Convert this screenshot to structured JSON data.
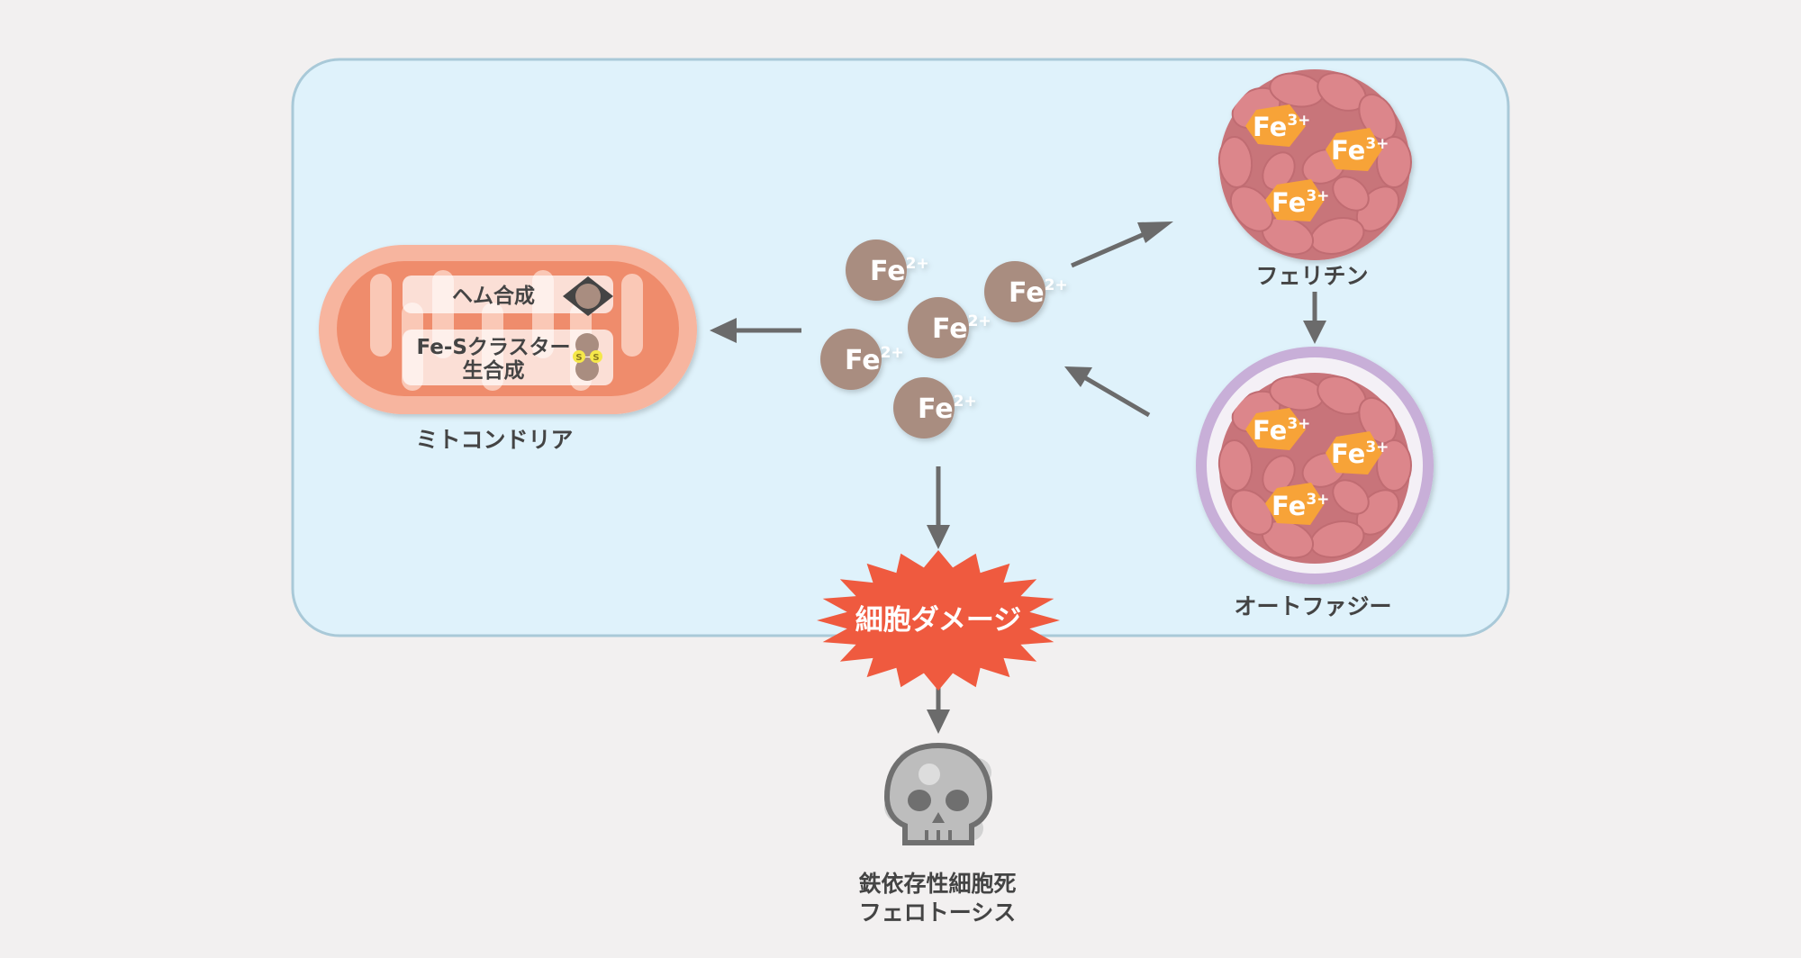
{
  "mitochondria": {
    "label": "ミトコンドリア",
    "heme_label": "ヘム合成",
    "fes_label_line1": "Fe-Sクラスター",
    "fes_label_line2": "生合成",
    "sulfur_symbol": "S"
  },
  "iron_pool": {
    "ions": [
      {
        "base": "Fe",
        "charge": "2+"
      },
      {
        "base": "Fe",
        "charge": "2+"
      },
      {
        "base": "Fe",
        "charge": "2+"
      },
      {
        "base": "Fe",
        "charge": "2+"
      },
      {
        "base": "Fe",
        "charge": "2+"
      }
    ]
  },
  "ferritin": {
    "label": "フェリチン",
    "iron": [
      {
        "base": "Fe",
        "charge": "3+"
      },
      {
        "base": "Fe",
        "charge": "3+"
      },
      {
        "base": "Fe",
        "charge": "3+"
      }
    ]
  },
  "autophagy": {
    "label": "オートファジー",
    "iron": [
      {
        "base": "Fe",
        "charge": "3+"
      },
      {
        "base": "Fe",
        "charge": "3+"
      },
      {
        "base": "Fe",
        "charge": "3+"
      }
    ]
  },
  "damage": {
    "label": "細胞ダメージ"
  },
  "ferroptosis": {
    "label_line1": "鉄依存性細胞死",
    "label_line2": "フェロトーシス"
  },
  "colors": {
    "cell_fill": "#dff2fb",
    "cell_border": "#a9c9d8",
    "mito_outer": "#f7b59f",
    "mito_inner": "#ef8c6c",
    "fe2_ion": "#a98d80",
    "ferritin_protein": "#d98287",
    "fe3_core": "#f7a338",
    "burst": "#ef5a3f",
    "autophagy_ring": "#c8afd8",
    "arrow": "#6b6b6b"
  }
}
